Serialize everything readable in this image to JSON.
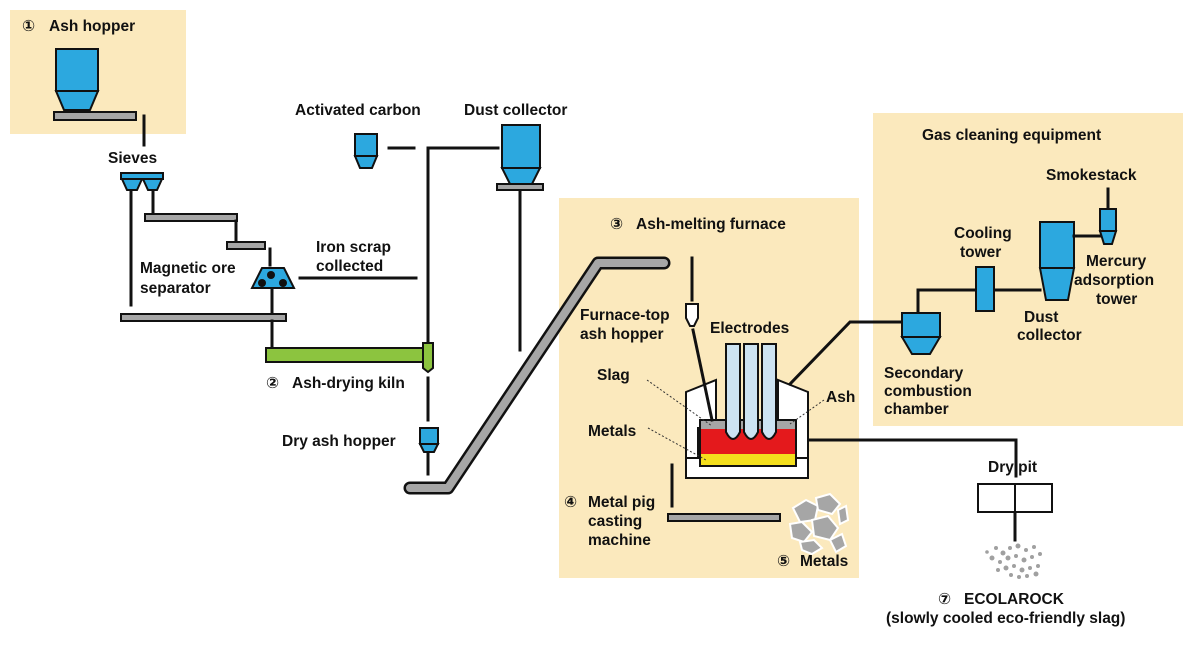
{
  "colors": {
    "panel_bg": "#fbe9bd",
    "equipment_blue": "#2ca8df",
    "kiln_green": "#8cc43f",
    "slag_red": "#e4191c",
    "metal_yellow": "#f4df1d",
    "conveyor_gray": "#a6a6a6",
    "electrode_blue": "#cde3f2"
  },
  "sections": {
    "ash_hopper": {
      "num": "①",
      "label": "Ash hopper"
    },
    "ash_drying_kiln": {
      "num": "②",
      "label": "Ash-drying kiln"
    },
    "ash_melting_furnace": {
      "num": "③",
      "label": "Ash-melting furnace"
    },
    "metal_pig": {
      "num": "④",
      "lines": [
        "Metal pig",
        "casting",
        "machine"
      ]
    },
    "metals": {
      "num": "⑤",
      "label": "Metals"
    },
    "gas_cleaning": {
      "label": "Gas cleaning equipment"
    },
    "ecolarock": {
      "num": "⑦",
      "label": "ECOLAROCK",
      "sub": "(slowly cooled eco-friendly slag)"
    }
  },
  "labels": {
    "sieves": "Sieves",
    "magnetic": [
      "Magnetic ore",
      "separator"
    ],
    "iron_scrap": [
      "Iron scrap",
      "collected"
    ],
    "activated_carbon": "Activated carbon",
    "dust_collector_top": "Dust collector",
    "dry_ash_hopper": "Dry ash hopper",
    "furnace_top_hopper": [
      "Furnace-top",
      "ash hopper"
    ],
    "electrodes": "Electrodes",
    "slag": "Slag",
    "metals_layer": "Metals",
    "ash": "Ash",
    "secondary_combustion": [
      "Secondary",
      "combustion",
      "chamber"
    ],
    "cooling_tower": [
      "Cooling",
      "tower"
    ],
    "dust_collector_gas": [
      "Dust",
      "collector"
    ],
    "mercury": [
      "Mercury",
      "adsorption",
      "tower"
    ],
    "smokestack": "Smokestack",
    "dry_pit": "Dry pit"
  }
}
